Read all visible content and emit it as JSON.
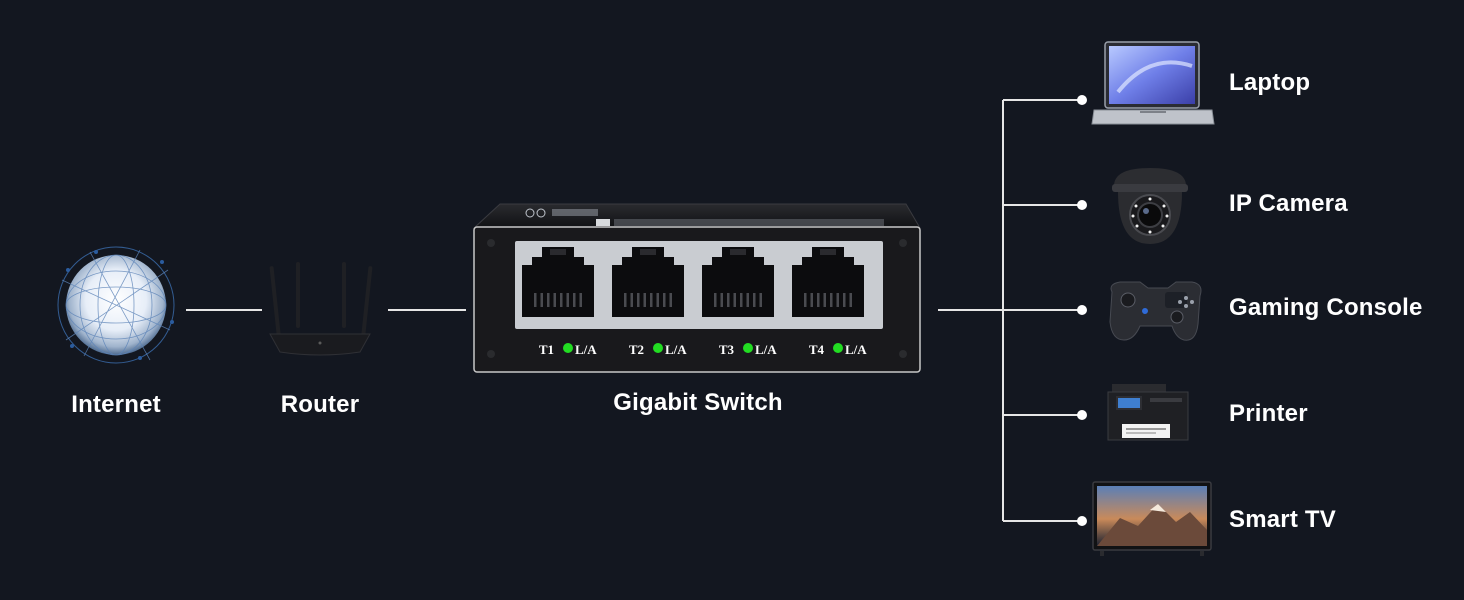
{
  "nodes": {
    "internet": {
      "label": "Internet",
      "icon": "globe-icon"
    },
    "router": {
      "label": "Router",
      "icon": "router-icon"
    },
    "switch": {
      "label": "Gigabit Switch",
      "icon": "network-switch-icon",
      "ports": [
        {
          "id": "T1",
          "led": "L/A"
        },
        {
          "id": "T2",
          "led": "L/A"
        },
        {
          "id": "T3",
          "led": "L/A"
        },
        {
          "id": "T4",
          "led": "L/A"
        }
      ]
    }
  },
  "devices": [
    {
      "label": "Laptop",
      "icon": "laptop-icon"
    },
    {
      "label": "IP Camera",
      "icon": "ip-camera-icon"
    },
    {
      "label": "Gaming Console",
      "icon": "gamepad-icon"
    },
    {
      "label": "Printer",
      "icon": "printer-icon"
    },
    {
      "label": "Smart TV",
      "icon": "smart-tv-icon"
    }
  ],
  "colors": {
    "background": "#131720",
    "line": "#e6e6e6",
    "led": "#22dd22",
    "switch_body": "#1b1b1d",
    "port_panel": "#c9ccd1"
  }
}
